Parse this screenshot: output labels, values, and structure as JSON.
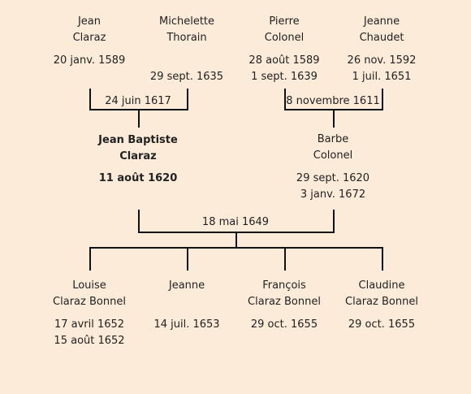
{
  "grandparents": [
    {
      "first": "Jean",
      "last": "Claraz",
      "birth": "20 janv. 1589",
      "death": ""
    },
    {
      "first": "Michelette",
      "last": "Thorain",
      "birth": "",
      "death": "29 sept. 1635"
    },
    {
      "first": "Pierre",
      "last": "Colonel",
      "birth": "28 août 1589",
      "death": "1 sept. 1639"
    },
    {
      "first": "Jeanne",
      "last": "Chaudet",
      "birth": "26 nov. 1592",
      "death": "1 juil. 1651"
    }
  ],
  "marriages": {
    "paternal": "24 juin 1617",
    "maternal": "8 novembre 1611",
    "parents": "18 mai 1649"
  },
  "parents": [
    {
      "first": "Jean Baptiste",
      "last": "Claraz",
      "birth": "11 août 1620",
      "death": ""
    },
    {
      "first": "Barbe",
      "last": "Colonel",
      "birth": "29 sept. 1620",
      "death": "3 janv. 1672"
    }
  ],
  "children": [
    {
      "first": "Louise",
      "last": "Claraz Bonnel",
      "birth": "17 avril 1652",
      "death": "15 août 1652"
    },
    {
      "first": "Jeanne",
      "last": "",
      "birth": "14 juil. 1653",
      "death": ""
    },
    {
      "first": "François",
      "last": "Claraz Bonnel",
      "birth": "29 oct. 1655",
      "death": ""
    },
    {
      "first": "Claudine",
      "last": "Claraz Bonnel",
      "birth": "29 oct. 1655",
      "death": ""
    }
  ]
}
